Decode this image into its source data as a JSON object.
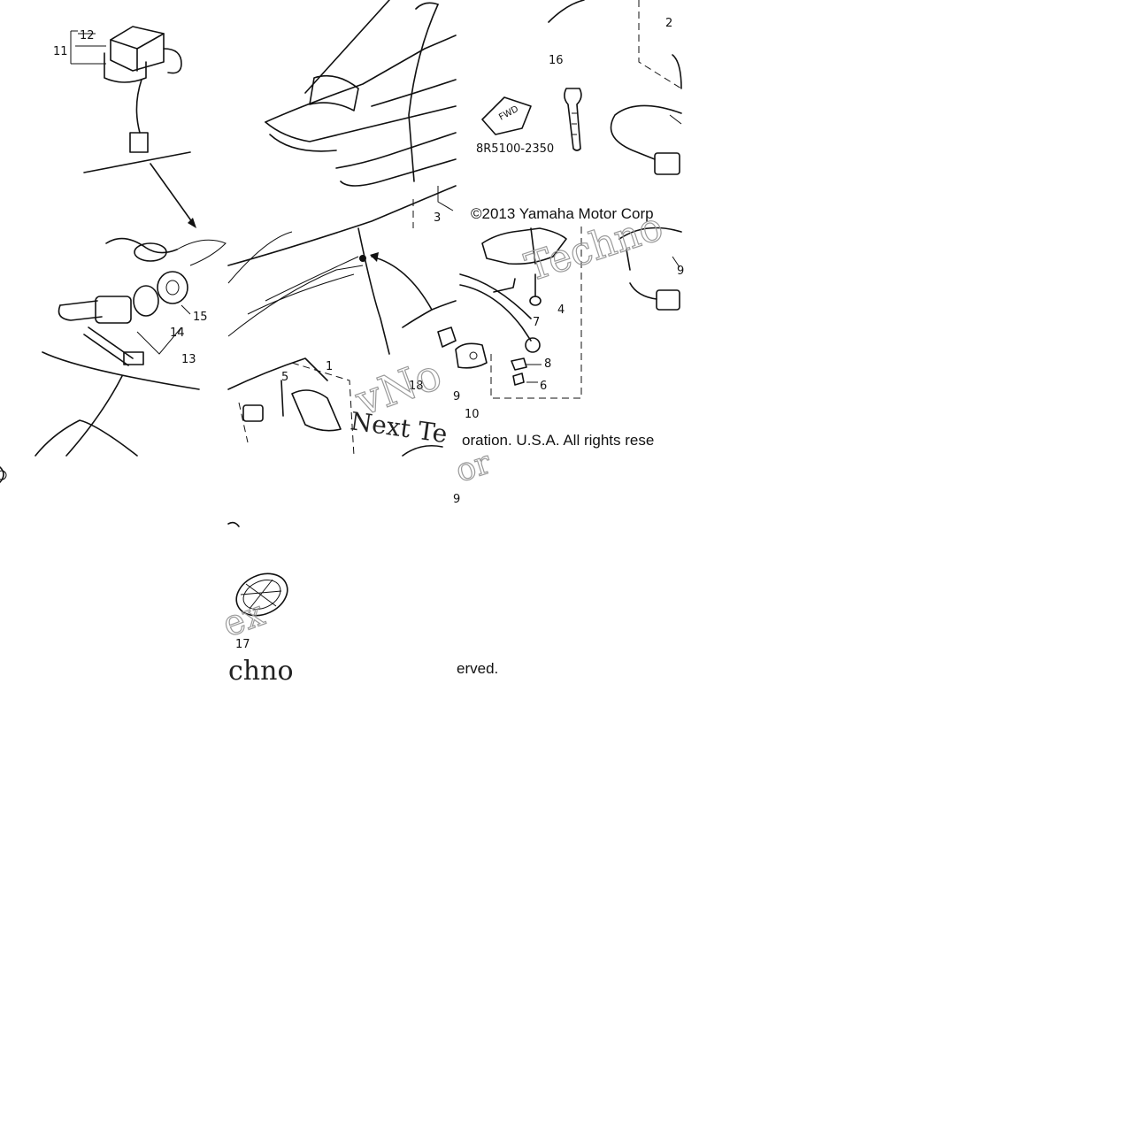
{
  "diagram": {
    "part_code": "8R5100-2350",
    "fwd_label": "FWD",
    "copyright_top": "©2013 Yamaha Motor Corp",
    "copyright_mid": "oration. U.S.A. All rights rese",
    "copyright_bottom": "erved.",
    "watermarks": {
      "w1": "Next Te",
      "w2": "Techno",
      "w3": "chno",
      "w4": "vNo",
      "w5": "ex",
      "w6": "or"
    },
    "callouts": [
      "1",
      "2",
      "3",
      "4",
      "5",
      "6",
      "7",
      "8",
      "9",
      "10",
      "11",
      "12",
      "13",
      "14",
      "15",
      "16",
      "17",
      "18"
    ]
  }
}
